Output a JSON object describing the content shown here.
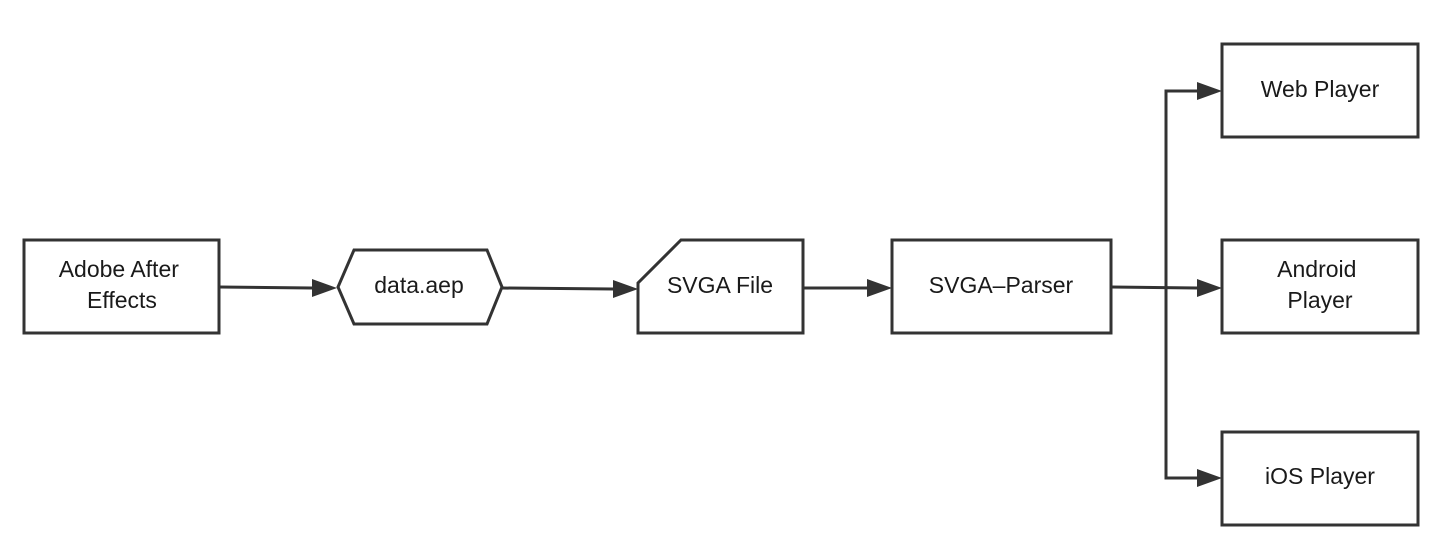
{
  "colors": {
    "stroke": "#333333",
    "fill": "#ffffff",
    "text": "#1a1a1a",
    "background": "#ffffff"
  },
  "nodes": {
    "adobe_after_effects": {
      "shape": "rectangle",
      "lines": [
        "Adobe After",
        "Effects"
      ]
    },
    "data_aep": {
      "shape": "hexagon",
      "lines": [
        "data.aep"
      ]
    },
    "svga_file": {
      "shape": "card",
      "lines": [
        "SVGA File"
      ]
    },
    "svga_parser": {
      "shape": "rectangle",
      "lines": [
        "SVGA–Parser"
      ]
    },
    "web_player": {
      "shape": "rectangle",
      "lines": [
        "Web Player"
      ]
    },
    "android_player": {
      "shape": "rectangle",
      "lines": [
        "Android",
        "Player"
      ]
    },
    "ios_player": {
      "shape": "rectangle",
      "lines": [
        "iOS Player"
      ]
    }
  },
  "edges": [
    {
      "from": "adobe_after_effects",
      "to": "data_aep"
    },
    {
      "from": "data_aep",
      "to": "svga_file"
    },
    {
      "from": "svga_file",
      "to": "svga_parser"
    },
    {
      "from": "svga_parser",
      "to": "web_player"
    },
    {
      "from": "svga_parser",
      "to": "android_player"
    },
    {
      "from": "svga_parser",
      "to": "ios_player"
    }
  ]
}
